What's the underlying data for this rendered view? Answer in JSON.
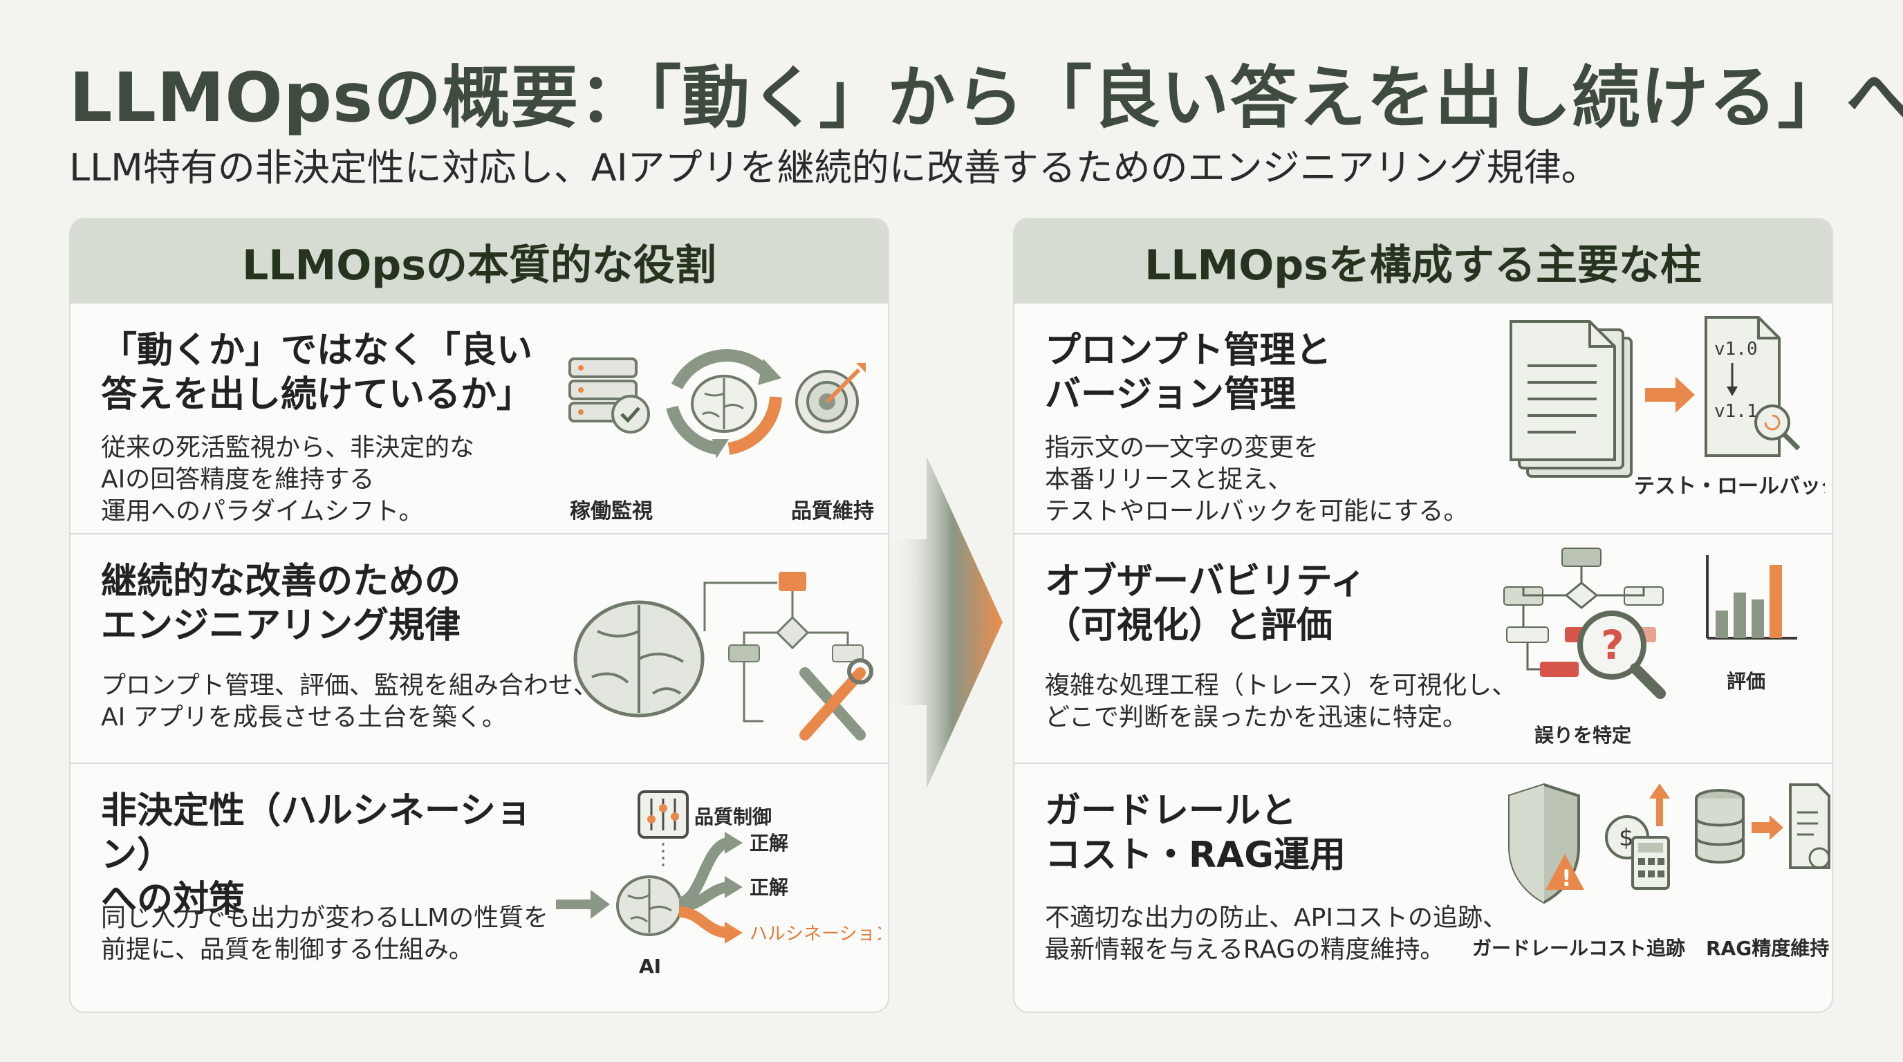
{
  "title": "LLMOpsの概要：「動く」から「良い答えを出し続ける」へ",
  "subtitle": "LLM特有の非決定性に対応し、AIアプリを継続的に改善するためのエンジニアリング規律。",
  "colors": {
    "accent_green": "#7f9377",
    "accent_orange": "#e8894b",
    "alert_red": "#d6544a",
    "header_bg": "#d6dcd1"
  },
  "left_panel": {
    "header": "LLMOpsの本質的な役割",
    "rows": [
      {
        "title": "「動くか」ではなく「良い\n答えを出し続けているか」",
        "desc": "従来の死活監視から、非決定的な\nAIの回答精度を維持する\n運用へのパラダイムシフト。",
        "captions": [
          "稼働監視",
          "品質維持"
        ],
        "icons": [
          "server-check-icon",
          "brain-cycle-icon",
          "target-icon"
        ]
      },
      {
        "title": "継続的な改善のための\nエンジニアリング規律",
        "desc": "プロンプト管理、評価、監視を組み合わせ、\nAI アプリを成長させる土台を築く。",
        "captions": [],
        "icons": [
          "brain-icon",
          "flowchart-icon",
          "tools-icon"
        ]
      },
      {
        "title": "非決定性（ハルシネーション）\nへの対策",
        "desc": "同じ入力でも出力が変わるLLMの性質を\n前提に、品質を制御する仕組み。",
        "captions": [
          "品質制御",
          "正解",
          "正解",
          "ハルシネーション",
          "AI"
        ],
        "icons": [
          "sliders-icon",
          "brain-icon",
          "branch-arrows-icon"
        ]
      }
    ]
  },
  "right_panel": {
    "header": "LLMOpsを構成する主要な柱",
    "rows": [
      {
        "title": "プロンプト管理と\nバージョン管理",
        "desc": "指示文の一文字の変更を\n本番リリースと捉え、\nテストやロールバックを可能にする。",
        "captions": [
          "テスト・ロールバック",
          "v1.0",
          "v1.1"
        ],
        "icons": [
          "documents-icon",
          "version-file-icon",
          "rollback-icon"
        ]
      },
      {
        "title": "オブザーバビリティ\n（可視化）と評価",
        "desc": "複雑な処理工程（トレース）を可視化し、\nどこで判断を誤ったかを迅速に特定。",
        "captions": [
          "誤りを特定",
          "評価"
        ],
        "icons": [
          "trace-flowchart-icon",
          "magnifier-question-icon",
          "bar-chart-icon"
        ]
      },
      {
        "title": "ガードレールと\nコスト・RAG運用",
        "desc": "不適切な出力の防止、APIコストの追跡、\n最新情報を与えるRAGの精度維持。",
        "captions": [
          "ガードレール",
          "コスト追跡",
          "RAG精度維持"
        ],
        "icons": [
          "shield-warning-icon",
          "cost-calculator-icon",
          "database-sync-icon"
        ]
      }
    ]
  }
}
